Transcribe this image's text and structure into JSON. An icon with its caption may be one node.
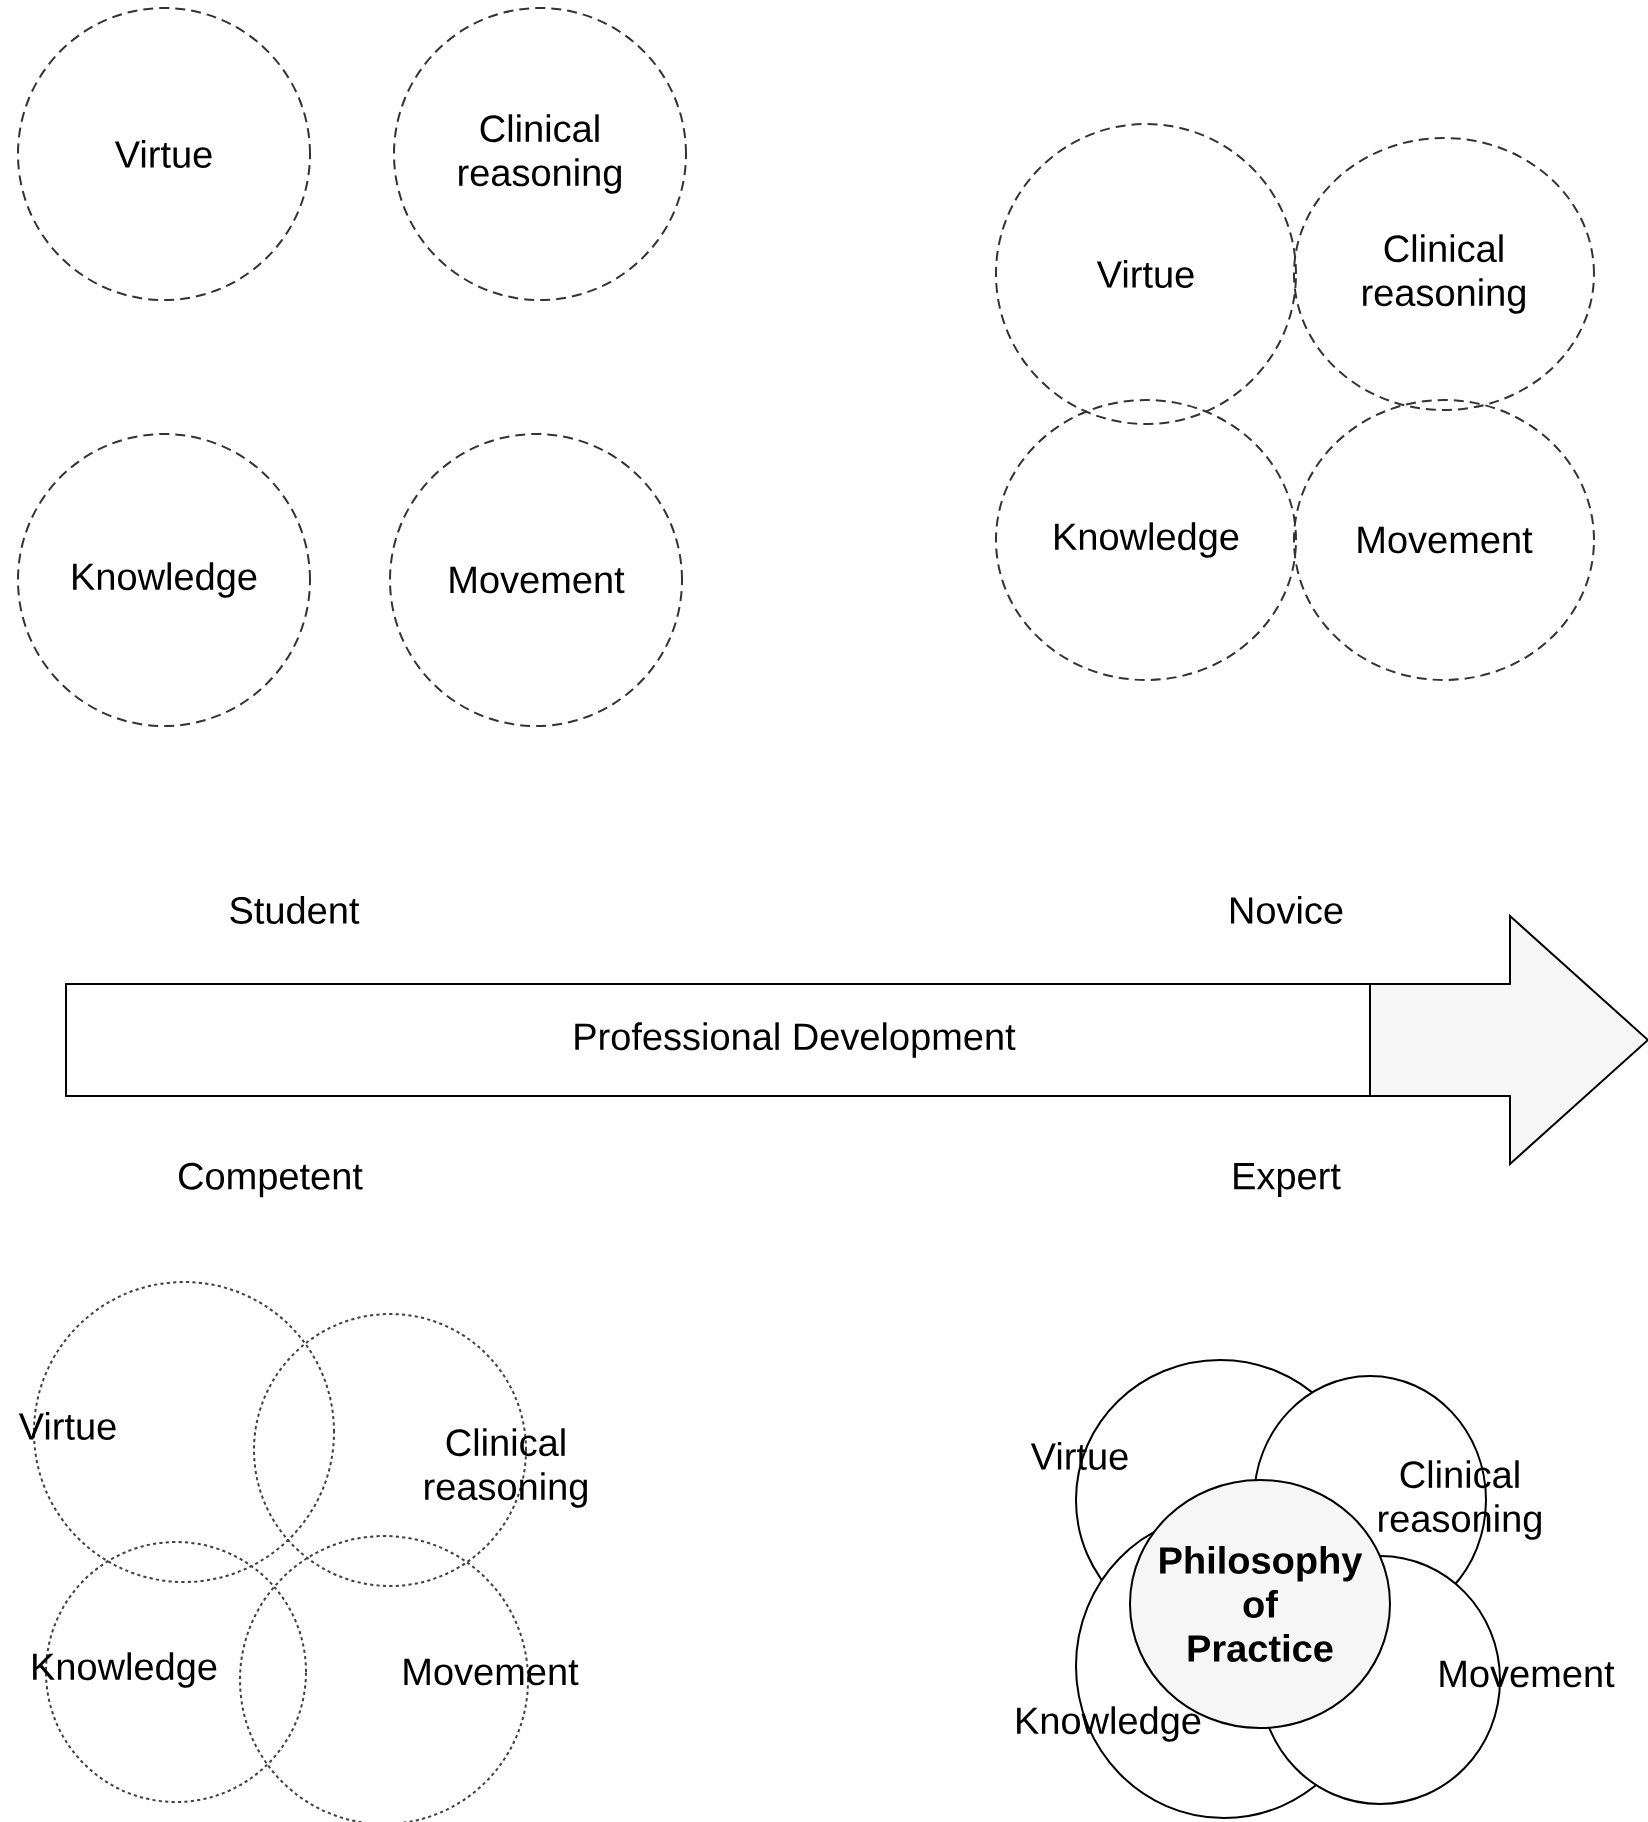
{
  "diagram": {
    "nodes": [
      {
        "text": [
          "Virtue"
        ]
      },
      {
        "text": [
          "Clinical reasoning"
        ]
      },
      {
        "text": [
          "Knowledge"
        ]
      },
      {
        "text": [
          "Movement"
        ]
      },
      {
        "text": [
          "Virtue"
        ]
      },
      {
        "text": [
          "Clinical reasoning"
        ]
      },
      {
        "text": [
          "Knowledge"
        ]
      },
      {
        "text": [
          "Movement"
        ]
      },
      {
        "text": [
          "Professional Development"
        ]
      },
      {
        "text": [
          "Virtue"
        ]
      },
      {
        "text": [
          "Clinical reasoning"
        ]
      },
      {
        "text": [
          "Knowledge"
        ]
      },
      {
        "text": [
          "Movement"
        ]
      },
      {
        "text": [
          "Virtue"
        ]
      },
      {
        "text": [
          "Clinical reasoning"
        ]
      },
      {
        "text": [
          "Knowledge"
        ]
      },
      {
        "text": [
          "Movement"
        ]
      },
      {
        "text": [
          "Philosophy of Practice"
        ]
      }
    ],
    "edges": [],
    "labels": [
      "Student",
      "Novice",
      "Competent",
      "Expert"
    ]
  }
}
